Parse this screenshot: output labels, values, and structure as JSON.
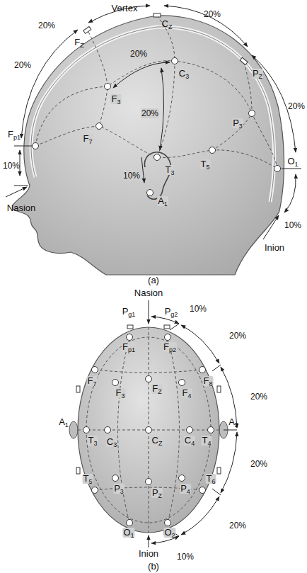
{
  "diagram": {
    "labels": [
      "20%",
      "Vertex",
      "CZ",
      "20%",
      "FZ",
      "20%",
      "F3",
      "20%",
      "C3",
      "Fp1",
      "10%",
      "F7",
      "20%",
      "P3",
      "PZ",
      "20%",
      "Nasion",
      "T3",
      "10%",
      "T5",
      "O1",
      "A1",
      "10%",
      "Inion",
      "(a)",
      "Nasion",
      "Pg1",
      "Pg2",
      "10%",
      "Fp1",
      "Fp2",
      "20%",
      "F7",
      "F3",
      "FZ",
      "F4",
      "F8",
      "20%",
      "A1",
      "T3",
      "C3",
      "CZ",
      "C4",
      "T4",
      "A2",
      "20%",
      "T5",
      "P3",
      "PZ",
      "P4",
      "T6",
      "O1",
      "O2",
      "20%",
      "Inion",
      "10%",
      "(b)"
    ]
  }
}
